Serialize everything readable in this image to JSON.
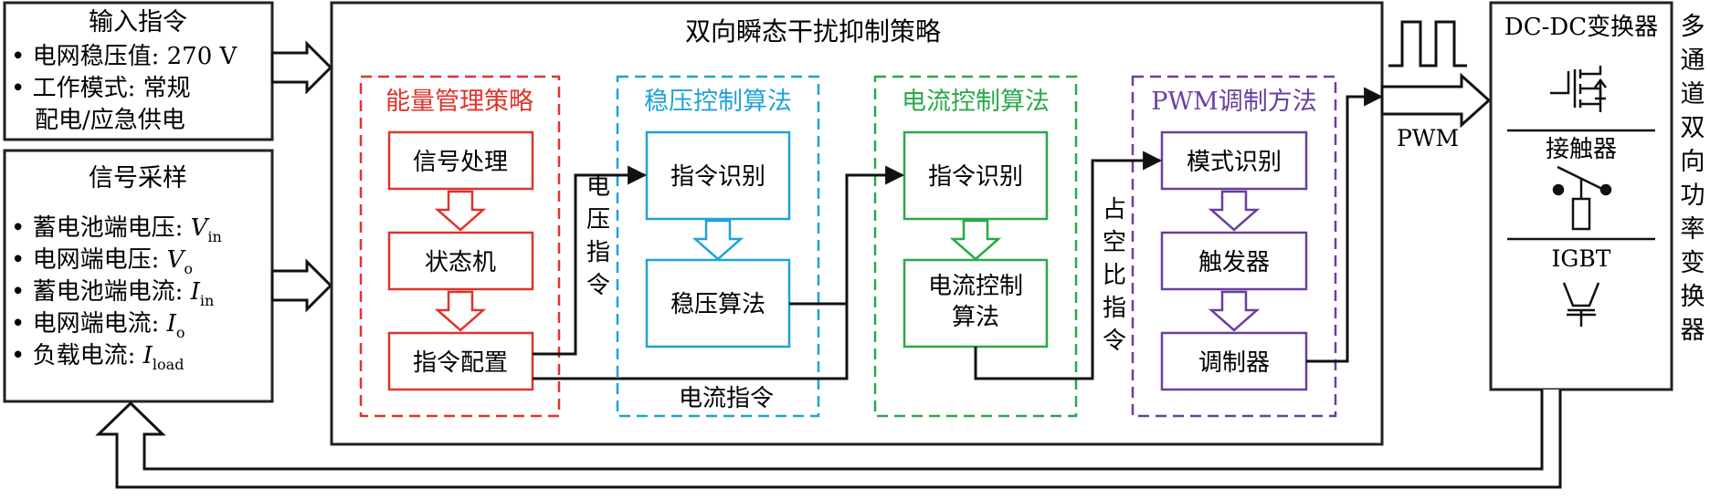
{
  "input_command": {
    "title": "输入指令",
    "line1": "• 电网稳压值: 270 V",
    "line2": "• 工作模式: 常规",
    "line3": "配电/应急供电"
  },
  "signal_sampling": {
    "title": "信号采样",
    "items": [
      {
        "text": "• 蓄电池端电压: ",
        "var": "V",
        "sub": "in"
      },
      {
        "text": "• 电网端电压: ",
        "var": "V",
        "sub": "o"
      },
      {
        "text": "• 蓄电池端电流: ",
        "var": "I",
        "sub": "in"
      },
      {
        "text": "• 电网端电流: ",
        "var": "I",
        "sub": "o"
      },
      {
        "text": "• 负载电流: ",
        "var": "I",
        "sub": "load"
      }
    ]
  },
  "main_title": "双向瞬态干扰抑制策略",
  "energy": {
    "title": "能量管理策略",
    "b1": "信号处理",
    "b2": "状态机",
    "b3": "指令配置"
  },
  "voltage": {
    "title": "稳压控制算法",
    "b1": "指令识别",
    "b2": "稳压算法"
  },
  "current": {
    "title": "电流控制算法",
    "b1": "指令识别",
    "b2_line1": "电流控制",
    "b2_line2": "算法"
  },
  "pwm_mod": {
    "title": "PWM调制方法",
    "b1": "模式识别",
    "b2": "触发器",
    "b3": "调制器"
  },
  "labels": {
    "voltage_cmd": [
      "电",
      "压",
      "指",
      "令"
    ],
    "current_cmd": "电流指令",
    "duty_cmd": [
      "占",
      "空",
      "比",
      "指",
      "令"
    ],
    "pwm": "PWM"
  },
  "converter": {
    "title": "DC-DC变换器",
    "contactor": "接触器",
    "igbt": "IGBT"
  },
  "side_label": [
    "多",
    "通",
    "道",
    "双",
    "向",
    "功",
    "率",
    "变",
    "换",
    "器"
  ],
  "colors": {
    "energy": "#e0342b",
    "voltage": "#1fa2d9",
    "current": "#2aa84a",
    "pwm": "#6a3fa0"
  }
}
